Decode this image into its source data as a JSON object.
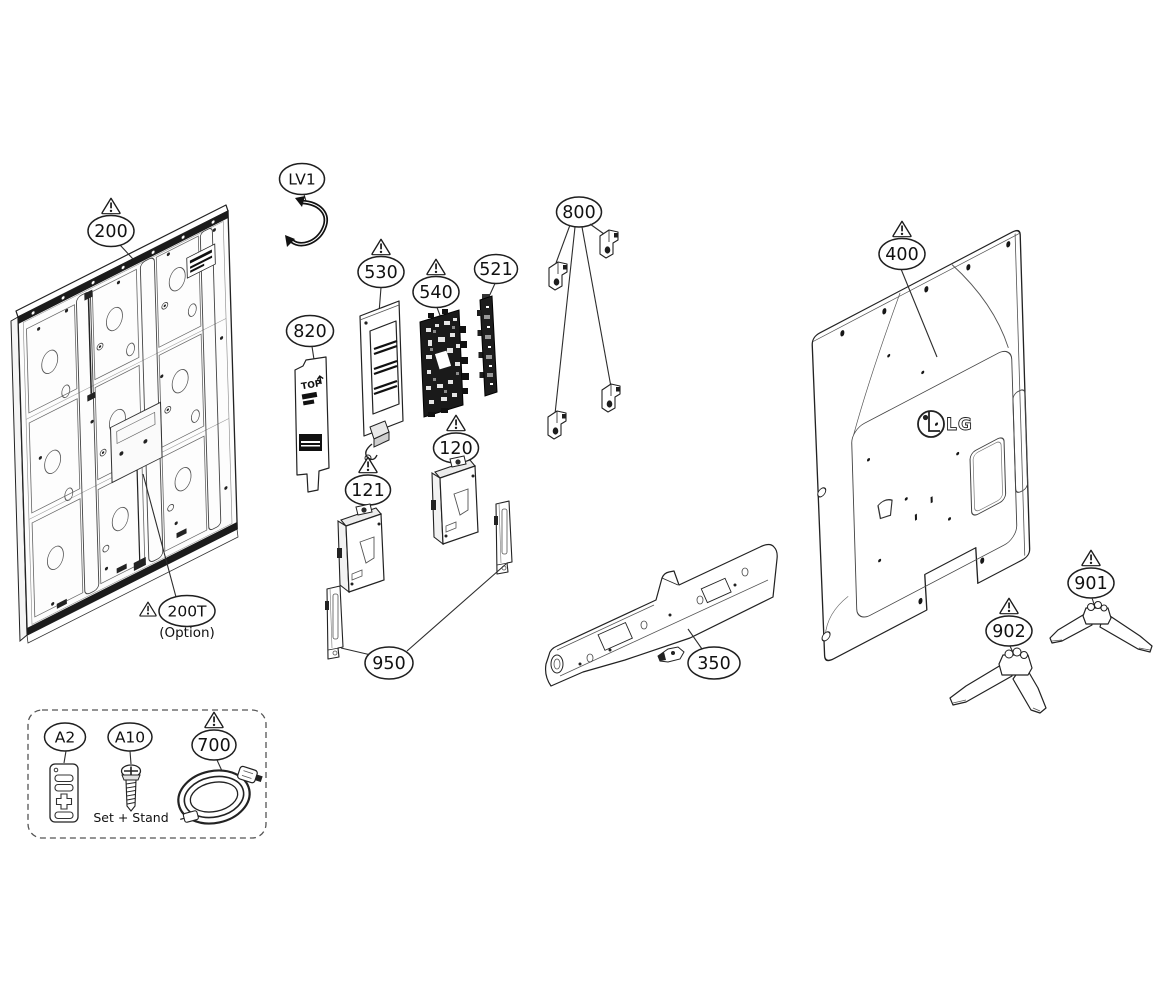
{
  "page": {
    "background": "#ffffff",
    "line_color": "#222222"
  },
  "diagram": {
    "type": "exploded-parts-diagram",
    "description": "TV exploded parts view with numbered callout balloons",
    "callouts": [
      {
        "ref": "200",
        "warning": true
      },
      {
        "ref": "200T",
        "warning": true,
        "note": "(Option)"
      },
      {
        "ref": "LV1",
        "warning": false
      },
      {
        "ref": "820",
        "warning": false
      },
      {
        "ref": "530",
        "warning": true
      },
      {
        "ref": "540",
        "warning": true
      },
      {
        "ref": "521",
        "warning": false
      },
      {
        "ref": "800",
        "warning": false
      },
      {
        "ref": "121",
        "warning": true
      },
      {
        "ref": "120",
        "warning": true
      },
      {
        "ref": "950",
        "warning": false
      },
      {
        "ref": "350",
        "warning": false
      },
      {
        "ref": "400",
        "warning": true
      },
      {
        "ref": "901",
        "warning": true
      },
      {
        "ref": "902",
        "warning": true
      },
      {
        "ref": "A2",
        "warning": false
      },
      {
        "ref": "A10",
        "warning": false,
        "note": "Set + Stand"
      },
      {
        "ref": "700",
        "warning": true
      }
    ],
    "markings": {
      "lg_logo": "LG",
      "top_label": "TOP"
    }
  }
}
